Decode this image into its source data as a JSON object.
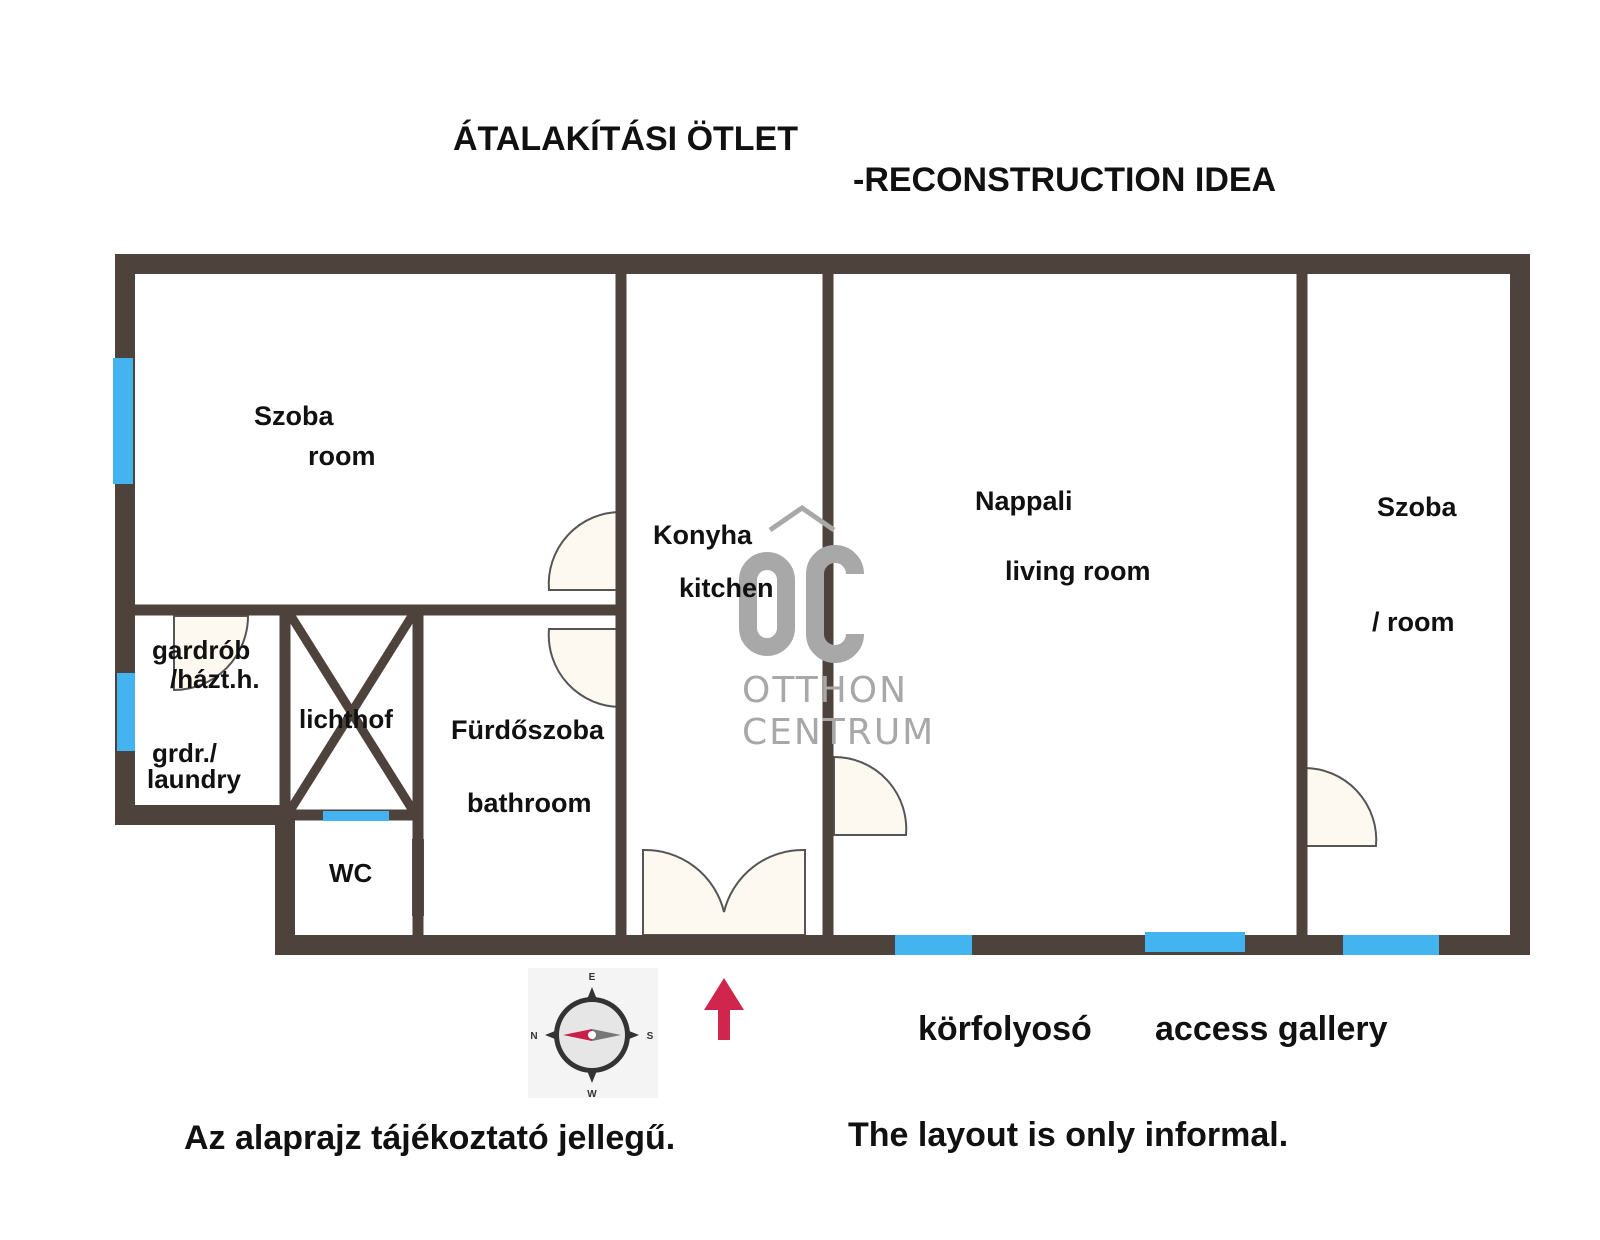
{
  "title": {
    "hungarian": "ÁTALAKÍTÁSI ÖTLET",
    "english": "-RECONSTRUCTION IDEA"
  },
  "rooms": {
    "bedroom_left": {
      "hu": "Szoba",
      "en": "room"
    },
    "kitchen": {
      "hu": "Konyha",
      "en": "kitchen"
    },
    "living": {
      "hu": "Nappali",
      "en": "living room"
    },
    "bedroom_right": {
      "hu": "Szoba",
      "en": "/ room"
    },
    "wardrobe": {
      "line1": "gardrób",
      "line2": "/házt.h.",
      "line3": "grdr./",
      "line4": "laundry"
    },
    "lightwell": "lichthof",
    "bathroom": {
      "hu": "Fürdőszoba",
      "en": "bathroom"
    },
    "wc": "WC"
  },
  "gallery": {
    "hu": "körfolyosó",
    "en": "access gallery"
  },
  "compass": {
    "n": "N",
    "e": "E",
    "s": "S",
    "w": "W"
  },
  "disclaimer": {
    "hu": "Az alaprajz tájékoztató jellegű.",
    "en": "The layout is only informal."
  },
  "watermark": {
    "logo": "OC",
    "line1": "OTTHON",
    "line2": "CENTRUM"
  },
  "colors": {
    "wall": "#4e423c",
    "window": "#44b4f0",
    "door_fill": "#fdf8f0",
    "arrow": "#d0264e",
    "watermark": "#a8a8a8"
  }
}
